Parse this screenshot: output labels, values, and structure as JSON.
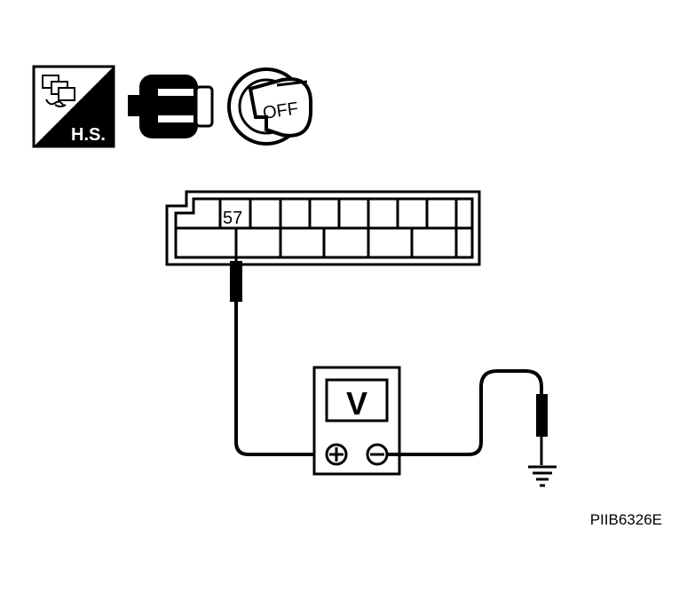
{
  "icons": {
    "hs_label": "H.S.",
    "connector_icon": "connector-icon",
    "key_label": "OFF"
  },
  "connector": {
    "terminal": "57"
  },
  "meter": {
    "label": "V",
    "positive_symbol": "+",
    "negative_symbol": "−"
  },
  "figure_id": "PIIB6326E"
}
